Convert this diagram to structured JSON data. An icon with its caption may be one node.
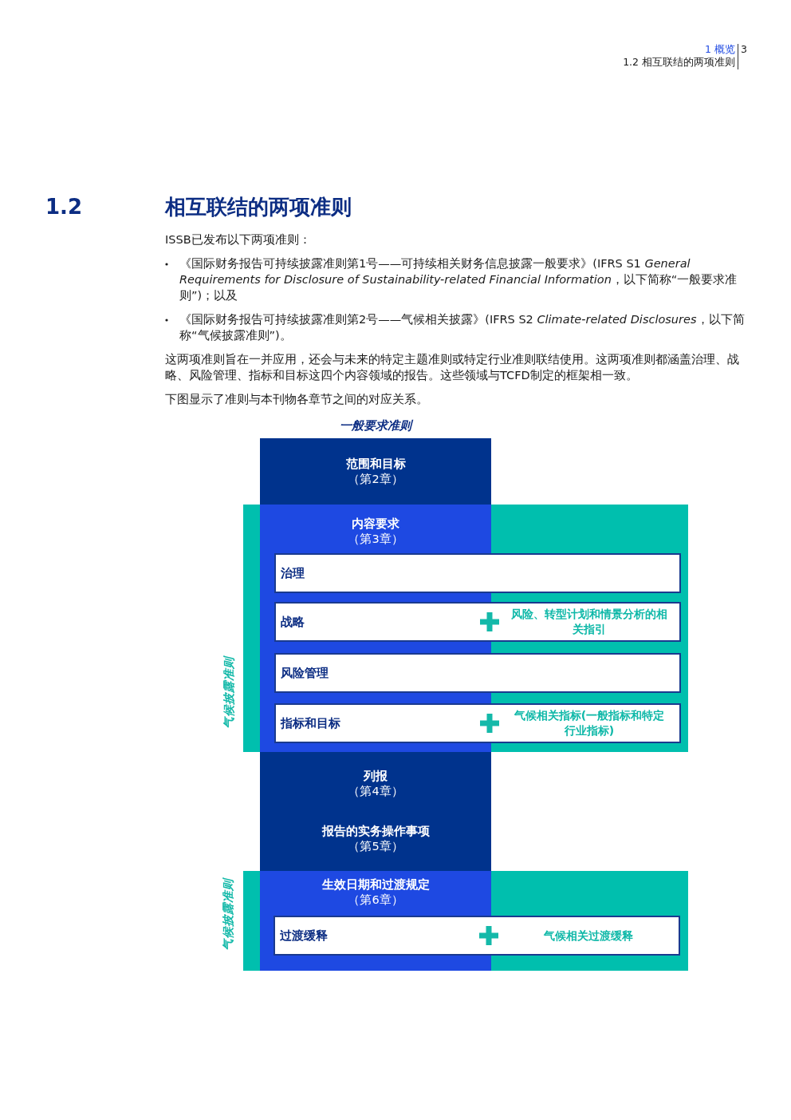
{
  "diagram": {
    "title": "相互联结的两项准则",
    "nodes": [
      {
        "text": [
          "范围和目标",
          "（第2章）"
        ]
      },
      {
        "text": [
          "气候披露准则"
        ]
      },
      {
        "text": [
          "内容要求",
          "（第3章）"
        ],
        "in": 1
      },
      {
        "text": [
          "治理"
        ],
        "in": 1
      },
      {
        "text": [
          "战略",
          "风险、转型计划和情景分析的相关指引"
        ],
        "in": 1
      },
      {
        "text": [
          "风险管理"
        ],
        "in": 1
      },
      {
        "text": [
          "指标和目标",
          "气候相关指标(一般指标和特定行业指标)"
        ],
        "in": 1
      },
      {
        "text": [
          "列报",
          "（第4章）"
        ]
      },
      {
        "text": [
          "报告的实务操作事项",
          "（第5章）"
        ]
      },
      {
        "text": [
          "气候披露准则"
        ]
      },
      {
        "text": [
          "生效日期和过渡规定",
          "（第6章）"
        ],
        "in": 9
      },
      {
        "text": [
          "过渡缓释",
          "气候相关过渡缓释"
        ],
        "in": 9
      }
    ],
    "labels": [
      "1 概览",
      "3",
      "1.2 相互联结的两项准则",
      "1.2",
      "ISSB已发布以下两项准则：",
      "《国际财务报告可持续披露准则第1号——可持续相关财务信息披露一般要求》(IFRS S1 *General Requirements for Disclosure of Sustainability-related Financial Information*，以下简称“一般要求准则”)；以及",
      "《国际财务报告可持续披露准则第2号——气候相关披露》(IFRS S2 *Climate-related Disclosures*，以下简称“气候披露准则”)。",
      "这两项准则旨在一并应用，还会与未来的特定主题准则或特定行业准则联结使用。这两项准则都涵盖治理、战略、风险管理、指标和目标这四个内容领域的报告。这些领域与TCFD制定的框架相一致。",
      "下图显示了准则与本刊物各章节之间的对应关系。",
      "一般要求准则"
    ]
  }
}
